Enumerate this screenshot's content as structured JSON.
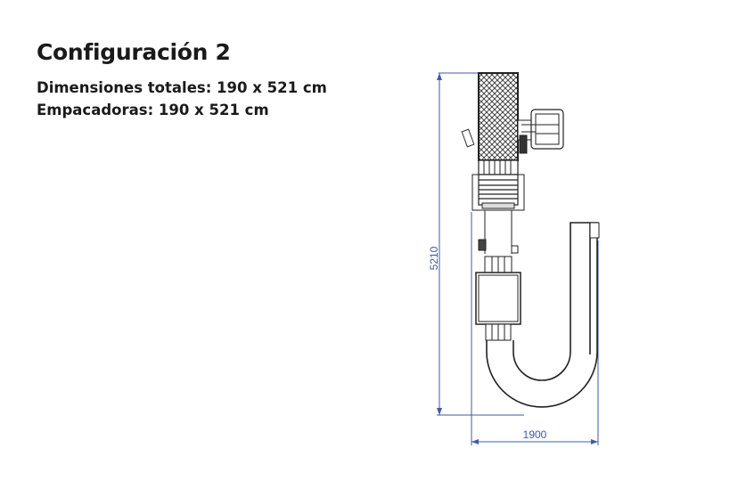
{
  "heading": {
    "title": "Configuración 2",
    "specs": [
      {
        "label": "Dimensiones totales",
        "text": "Dimensiones totales: 190 x 521 cm"
      },
      {
        "label": "Empacadoras",
        "text": "Empacadoras: 190 x 521 cm"
      }
    ]
  },
  "drawing": {
    "dimension_vertical": "5210",
    "dimension_horizontal": "1900",
    "dimension_color": "#3f5aa8",
    "line_color": "#222222"
  }
}
